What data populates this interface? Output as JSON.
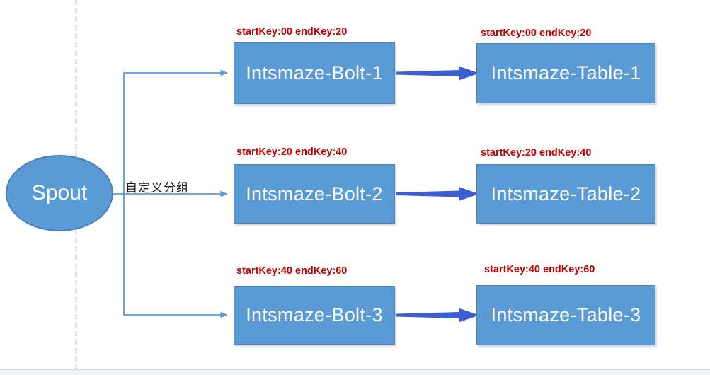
{
  "colors": {
    "node_fill": "#5b9bd5",
    "node_border": "#4a80bd",
    "node_text": "#ffffff",
    "connector": "#5b9bd5",
    "flow_arrow": "#3c5ed0",
    "key_label": "#c00000",
    "dashed_guide": "#a8a8a8",
    "bottom_bar": "#eef2f8",
    "bottom_bar_border": "#d8dfe9"
  },
  "spout": {
    "label": "Spout"
  },
  "grouping_label": "自定义分组",
  "rows": [
    {
      "bolt_key": "startKey:00 endKey:20",
      "bolt": "Intsmaze-Bolt-1",
      "table_key": "startKey:00 endKey:20",
      "table": "Intsmaze-Table-1"
    },
    {
      "bolt_key": "startKey:20 endKey:40",
      "bolt": "Intsmaze-Bolt-2",
      "table_key": "startKey:20 endKey:40",
      "table": "Intsmaze-Table-2"
    },
    {
      "bolt_key": "startKey:40 endKey:60",
      "bolt": "Intsmaze-Bolt-3",
      "table_key": "startKey:40 endKey:60",
      "table": "Intsmaze-Table-3"
    }
  ]
}
